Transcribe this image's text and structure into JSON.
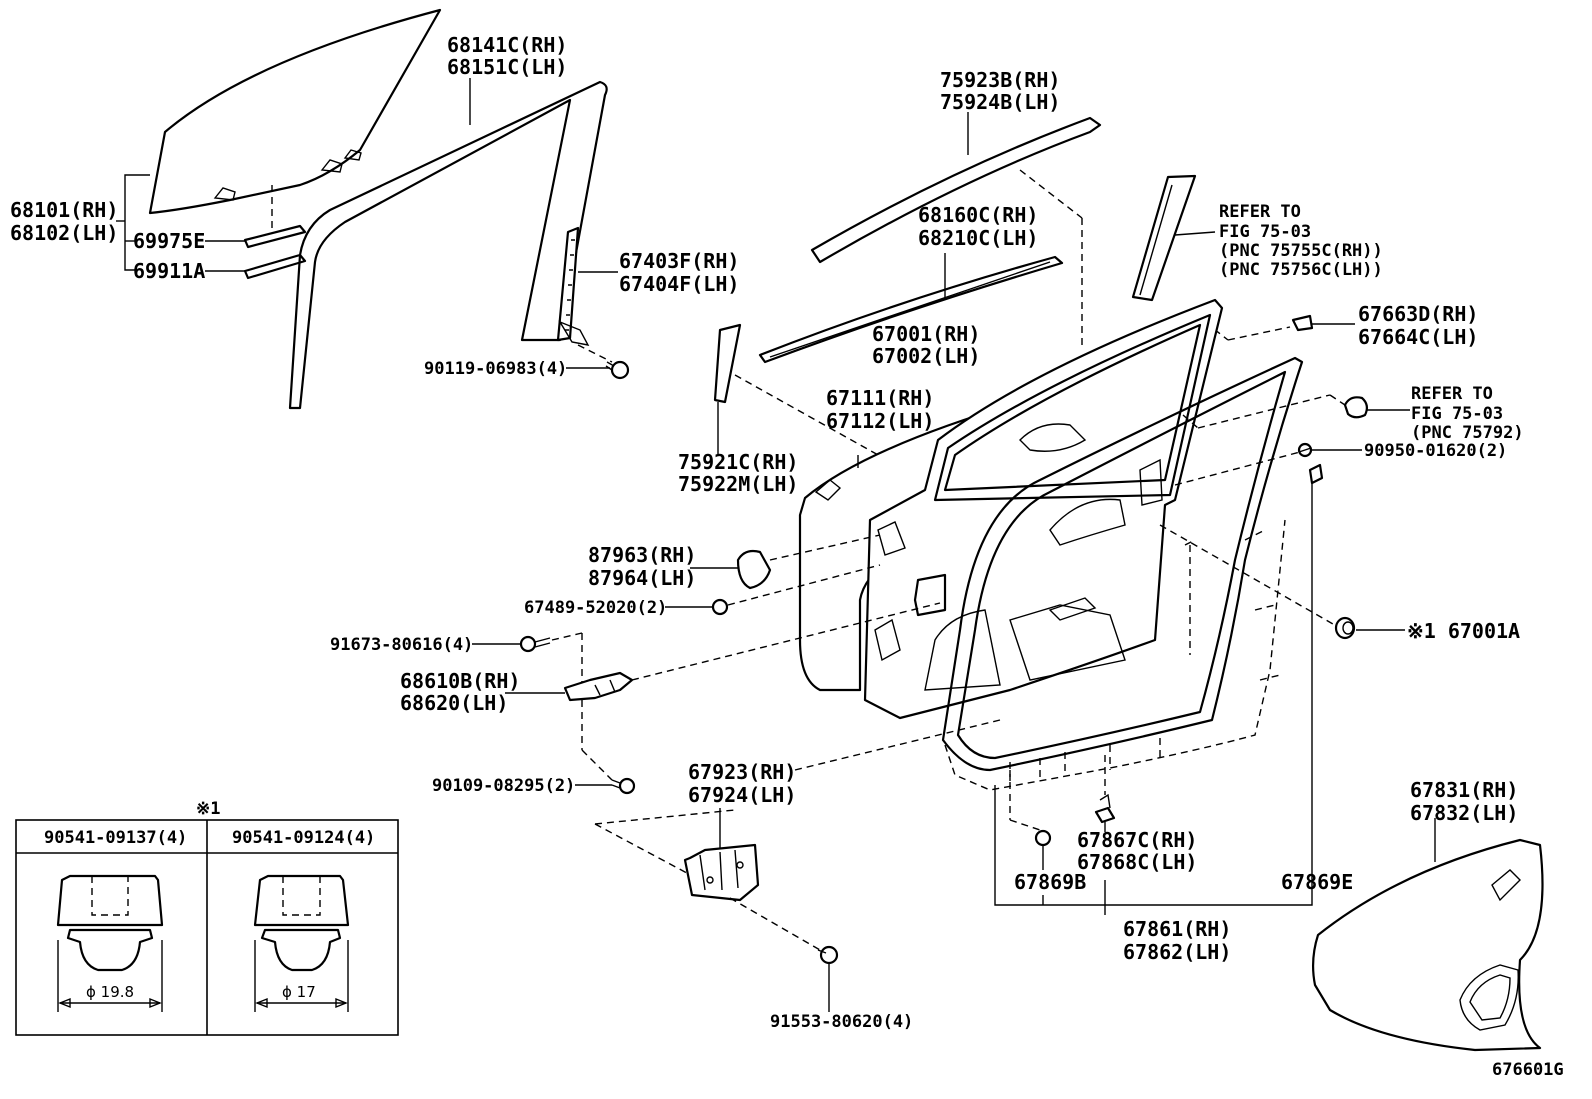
{
  "labels": {
    "l68141": "68141C(RH)",
    "l68151": "68151C(LH)",
    "l68101": "68101(RH)",
    "l68102": "68102(LH)",
    "l69975": "69975E",
    "l69911": "69911A",
    "l67403": "67403F(RH)",
    "l67404": "67404F(LH)",
    "l90119": "90119-06983(4)",
    "l75923": "75923B(RH)",
    "l75924": "75924B(LH)",
    "l68160": "68160C(RH)",
    "l68210": "68210C(LH)",
    "ref1a": "REFER TO",
    "ref1b": "FIG 75-03",
    "ref1c": "(PNC 75755C(RH))",
    "ref1d": "(PNC 75756C(LH))",
    "l67663": "67663D(RH)",
    "l67664": "67664C(LH)",
    "l67001": "67001(RH)",
    "l67002": "67002(LH)",
    "ref2a": "REFER TO",
    "ref2b": "FIG 75-03",
    "ref2c": "(PNC 75792)",
    "l67111": "67111(RH)",
    "l67112": "67112(LH)",
    "l90950": "90950-01620(2)",
    "l75921": "75921C(RH)",
    "l75922": "75922M(LH)",
    "l87963": "87963(RH)",
    "l87964": "87964(LH)",
    "l67489": "67489-52020(2)",
    "l67001a": "※1 67001A",
    "l91673": "91673-80616(4)",
    "l68610": "68610B(RH)",
    "l68620": "68620(LH)",
    "l90109": "90109-08295(2)",
    "l67923": "67923(RH)",
    "l67924": "67924(LH)",
    "l67867": "67867C(RH)",
    "l67868": "67868C(LH)",
    "l67869b": "67869B",
    "l67869e": "67869E",
    "l67831": "67831(RH)",
    "l67832": "67832(LH)",
    "l67861": "67861(RH)",
    "l67862": "67862(LH)",
    "l91553": "91553-80620(4)",
    "figcode": "676601G"
  },
  "inset": {
    "marker": "※1",
    "col1_header": "90541-09137(4)",
    "col2_header": "90541-09124(4)",
    "col1_dim": "ϕ 19.8",
    "col2_dim": "ϕ 17"
  }
}
